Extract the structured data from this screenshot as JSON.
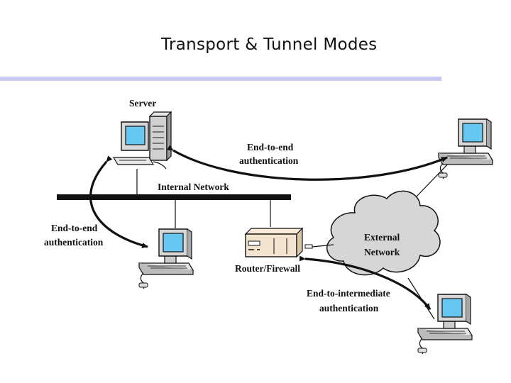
{
  "slide": {
    "title": "Transport & Tunnel Modes"
  },
  "labels": {
    "server": "Server",
    "internal_network": "Internal Network",
    "router_firewall": "Router/Firewall",
    "external_network_line1": "External",
    "external_network_line2": "Network",
    "e2e_top_line1": "End-to-end",
    "e2e_top_line2": "authentication",
    "e2e_left_line1": "End-to-end",
    "e2e_left_line2": "authentication",
    "e2i_line1": "End-to-intermediate",
    "e2i_line2": "authentication"
  },
  "colors": {
    "accent_rule": "#c9c9f2",
    "screen": "#66c7f0",
    "router": "#f3e4cf",
    "cloud": "#d6d6d6"
  }
}
